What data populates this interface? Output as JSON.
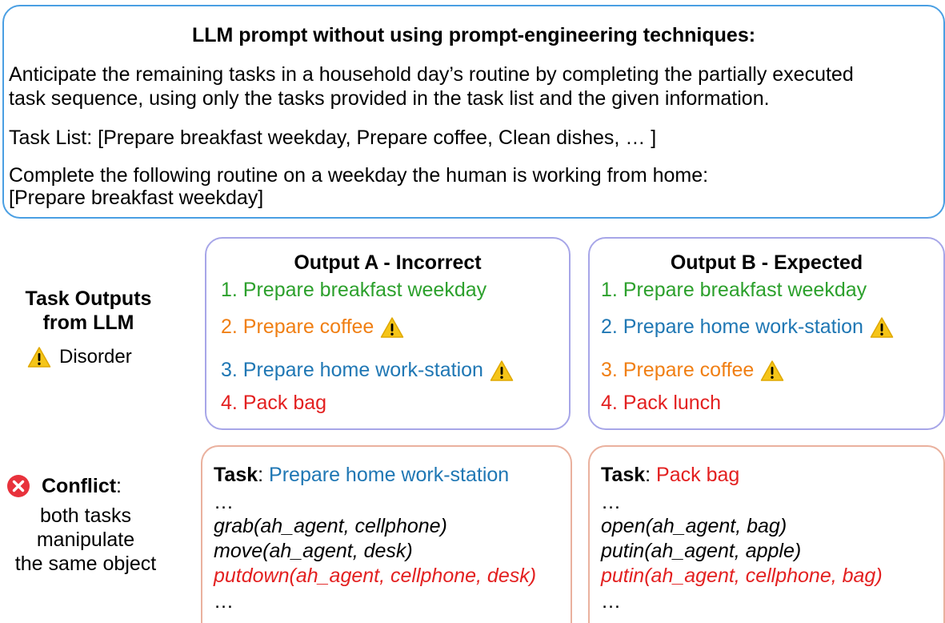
{
  "prompt": {
    "title": "LLM prompt without using prompt-engineering techniques:",
    "line1": "Anticipate the remaining tasks in a household day’s routine by completing the partially executed",
    "line2": "task sequence, using only the tasks provided in the task list and the given information.",
    "task_list": "Task List: [Prepare breakfast weekday, Prepare coffee, Clean dishes,  … ]",
    "complete_line1": "Complete the following routine on a weekday the human is working from home:",
    "complete_line2": "[Prepare breakfast weekday]"
  },
  "left_labels": {
    "outputs_line1": "Task Outputs",
    "outputs_line2": "from LLM",
    "disorder": "Disorder",
    "conflict_title": "Conflict",
    "conflict_colon": ":",
    "conflict_line1": "both tasks",
    "conflict_line2": "manipulate",
    "conflict_line3": "the same object"
  },
  "output_a": {
    "title": "Output A - Incorrect",
    "items": [
      "1. Prepare breakfast weekday",
      "2. Prepare coffee",
      "3. Prepare home work-station",
      "4. Pack bag"
    ]
  },
  "output_b": {
    "title": "Output B - Expected",
    "items": [
      "1. Prepare breakfast weekday",
      "2. Prepare home work-station",
      "3. Prepare coffee",
      "4. Pack lunch"
    ]
  },
  "task_a": {
    "label": "Task",
    "colon": ":",
    "name": "Prepare home work-station",
    "ellipsis": "…",
    "lines": [
      "grab(ah_agent, cellphone)",
      "move(ah_agent, desk)",
      "putdown(ah_agent, cellphone, desk)"
    ]
  },
  "task_b": {
    "label": "Task",
    "colon": ":",
    "name": "Pack bag",
    "ellipsis": "…",
    "lines": [
      "open(ah_agent, bag)",
      "putin(ah_agent, apple)",
      "putin(ah_agent, cellphone, bag)"
    ]
  },
  "colors": {
    "green": "#2ca02c",
    "orange": "#f07f14",
    "blue": "#1f77b4",
    "red": "#e32020",
    "prompt_border": "#4a9fe3",
    "output_border": "#a7a6e8",
    "task_border": "#eab19e",
    "warning_yellow": "#f5c518",
    "conflict_red": "#e8323c"
  },
  "icons": [
    "warning-icon",
    "error-icon"
  ]
}
